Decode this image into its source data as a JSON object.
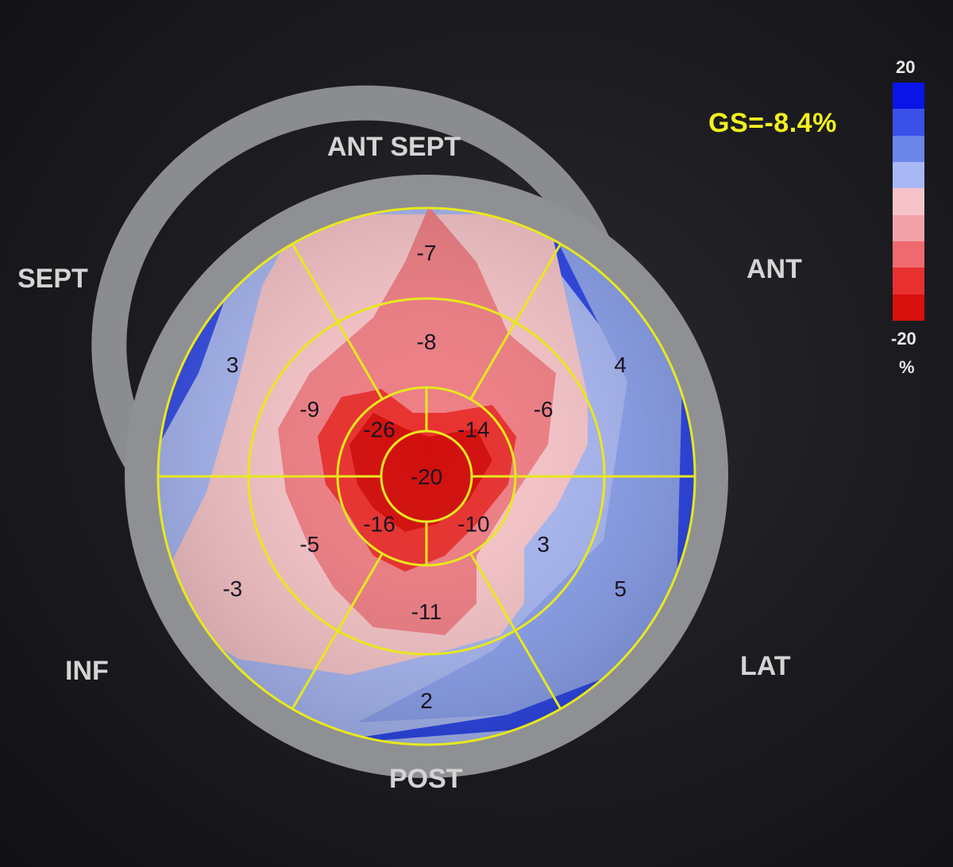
{
  "global_strain": "GS=-8.4%",
  "wall_labels": {
    "ant_sept": "ANT SEPT",
    "sept": "SEPT",
    "ant": "ANT",
    "inf": "INF",
    "lat": "LAT",
    "post": "POST"
  },
  "legend": {
    "max_label": "20",
    "min_label": "-20",
    "unit": "%",
    "colors": [
      "#0a14e6",
      "#3a50e8",
      "#6c86ea",
      "#a9b8f4",
      "#f6c4c8",
      "#f2a2a8",
      "#ee6a70",
      "#e83030",
      "#d8100e"
    ]
  },
  "chart_data": {
    "type": "heatmap",
    "title": "GS=-8.4%",
    "scale": {
      "min": -20,
      "max": 20,
      "unit": "%"
    },
    "segments": [
      {
        "ring": "basal",
        "wall": "ANT SEPT",
        "value": -7
      },
      {
        "ring": "basal",
        "wall": "ANT",
        "value": 4
      },
      {
        "ring": "basal",
        "wall": "LAT",
        "value": 5
      },
      {
        "ring": "basal",
        "wall": "POST",
        "value": 2
      },
      {
        "ring": "basal",
        "wall": "INF",
        "value": -3
      },
      {
        "ring": "basal",
        "wall": "SEPT",
        "value": 3
      },
      {
        "ring": "mid",
        "wall": "ANT SEPT",
        "value": -8
      },
      {
        "ring": "mid",
        "wall": "ANT",
        "value": -6
      },
      {
        "ring": "mid",
        "wall": "LAT",
        "value": 3
      },
      {
        "ring": "mid",
        "wall": "POST",
        "value": -11
      },
      {
        "ring": "mid",
        "wall": "INF",
        "value": -5
      },
      {
        "ring": "mid",
        "wall": "SEPT",
        "value": -9
      },
      {
        "ring": "apical",
        "wall": "ANT",
        "value": -14
      },
      {
        "ring": "apical",
        "wall": "LAT",
        "value": -10
      },
      {
        "ring": "apical",
        "wall": "INF",
        "value": -16
      },
      {
        "ring": "apical",
        "wall": "SEPT",
        "value": -26
      },
      {
        "ring": "apex",
        "wall": "",
        "value": -20
      }
    ]
  }
}
